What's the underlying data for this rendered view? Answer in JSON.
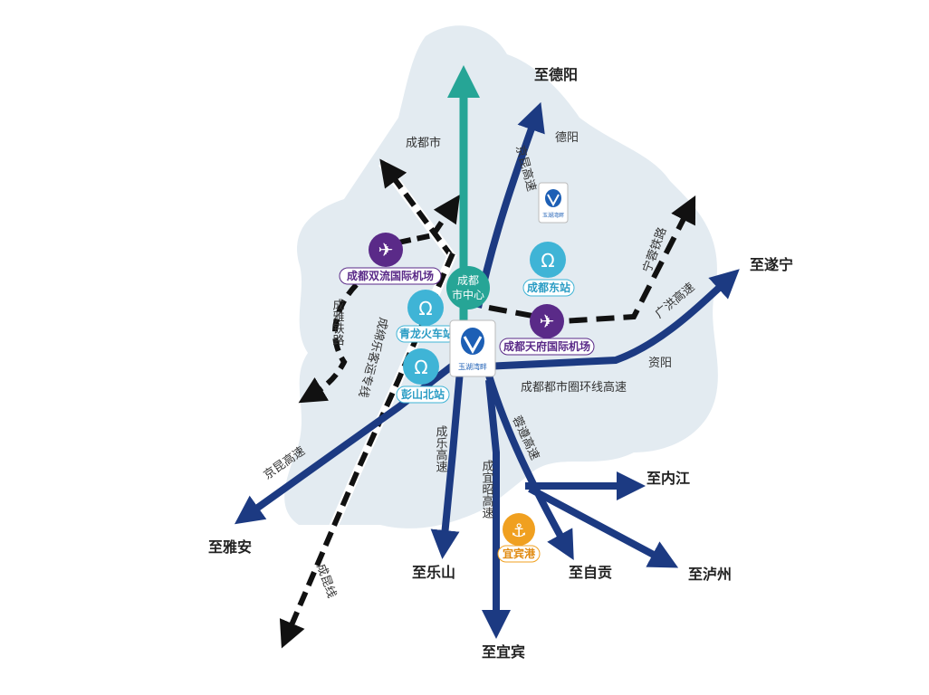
{
  "colors": {
    "land": "#e3ebf1",
    "road": "#1c3a82",
    "teal": "#26a596",
    "purple": "#5a2a88",
    "station": "#3fb4d6",
    "harbor": "#f0a020",
    "rail": "#111111"
  },
  "places": {
    "deyang": "德阳",
    "chengdu_city": "成都市",
    "ziyang": "资阳"
  },
  "destinations": {
    "deyang": "至德阳",
    "suining": "至遂宁",
    "yaan": "至雅安",
    "leshan": "至乐山",
    "yibin": "至宜宾",
    "zigong": "至自贡",
    "neijiang": "至内江",
    "luzhou": "至泸州"
  },
  "roads": {
    "jingkun_north": "京昆高速",
    "jingkun_south": "京昆高速",
    "guanghong": "广洪高速",
    "ring": "成都都市圈环线高速",
    "chengle": "成乐高速",
    "chengyizhao": "成宜昭高速",
    "rongzun": "蓉遵高速"
  },
  "railways": {
    "chengya": "成雅铁路",
    "chengmianle": "成绵乐客运专线",
    "chengkun": "成昆线",
    "ningrong": "宁蓉铁路"
  },
  "pois": {
    "center_line1": "成都",
    "center_line2": "市中心",
    "shuangliu": "成都双流国际机场",
    "tianfu": "成都天府国际机场",
    "qinglong": "青龙火车站",
    "pengshan": "彭山北站",
    "chengdu_east": "成都东站",
    "yibin_port": "宜宾港",
    "logo_text": "玉湖湾畔"
  }
}
